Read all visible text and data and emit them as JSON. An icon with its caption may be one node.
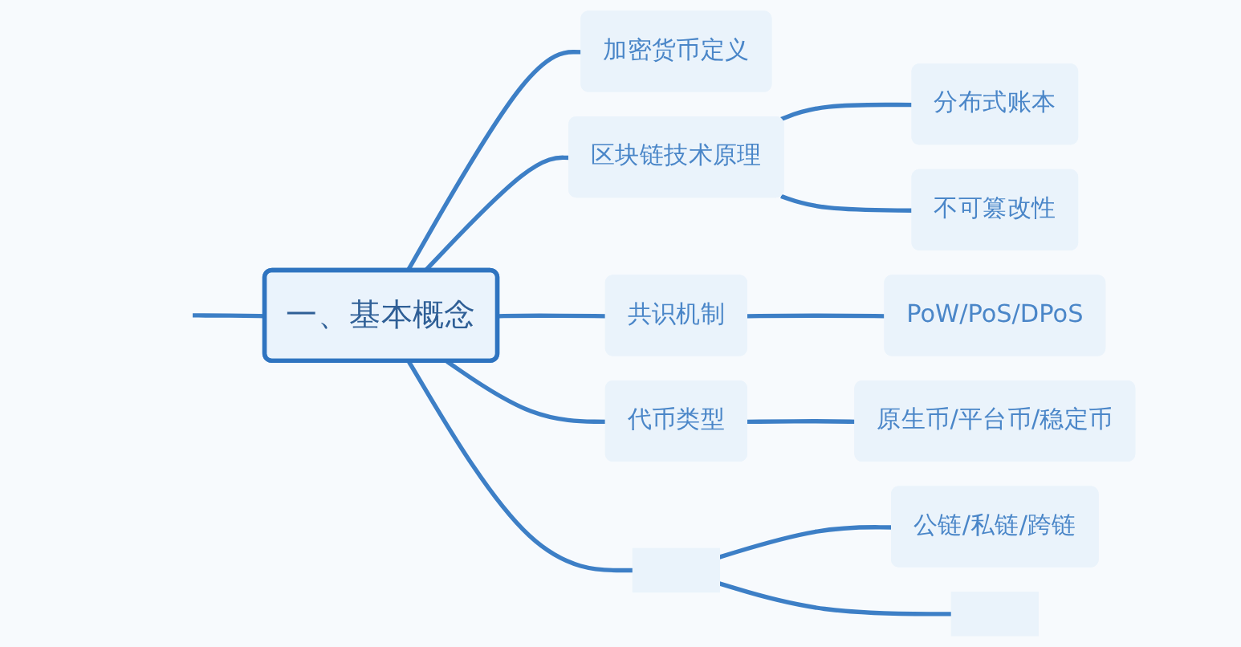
{
  "diagram": {
    "nodes": [
      {
        "text": [
          "一、基本概念"
        ]
      },
      {
        "text": [
          "加密货币定义"
        ]
      },
      {
        "text": [
          "区块链技术原理"
        ]
      },
      {
        "text": [
          "分布式账本"
        ]
      },
      {
        "text": [
          "不可篡改性"
        ]
      },
      {
        "text": [
          "共识机制"
        ]
      },
      {
        "text": [
          "PoW/PoS/DPoS"
        ]
      },
      {
        "text": [
          "代币类型"
        ]
      },
      {
        "text": [
          "原生币/平台币/稳定币"
        ]
      },
      {
        "text": [],
        "shape": "box"
      },
      {
        "text": [
          "公链/私链/跨链"
        ]
      },
      {
        "text": [],
        "shape": "box"
      }
    ],
    "edges": [
      {
        "from": null,
        "to": 0,
        "arrow": "none"
      },
      {
        "from": 0,
        "to": 1,
        "arrow": "none"
      },
      {
        "from": 0,
        "to": 2,
        "arrow": "none"
      },
      {
        "from": 2,
        "to": 3,
        "arrow": "none"
      },
      {
        "from": 2,
        "to": 4,
        "arrow": "none"
      },
      {
        "from": 0,
        "to": 5,
        "arrow": "none"
      },
      {
        "from": 5,
        "to": 6,
        "arrow": "none"
      },
      {
        "from": 0,
        "to": 7,
        "arrow": "none"
      },
      {
        "from": 7,
        "to": 8,
        "arrow": "none"
      },
      {
        "from": 0,
        "to": 9,
        "arrow": "none"
      },
      {
        "from": 9,
        "to": 10,
        "arrow": "none"
      },
      {
        "from": 9,
        "to": 11,
        "arrow": "none"
      }
    ]
  }
}
